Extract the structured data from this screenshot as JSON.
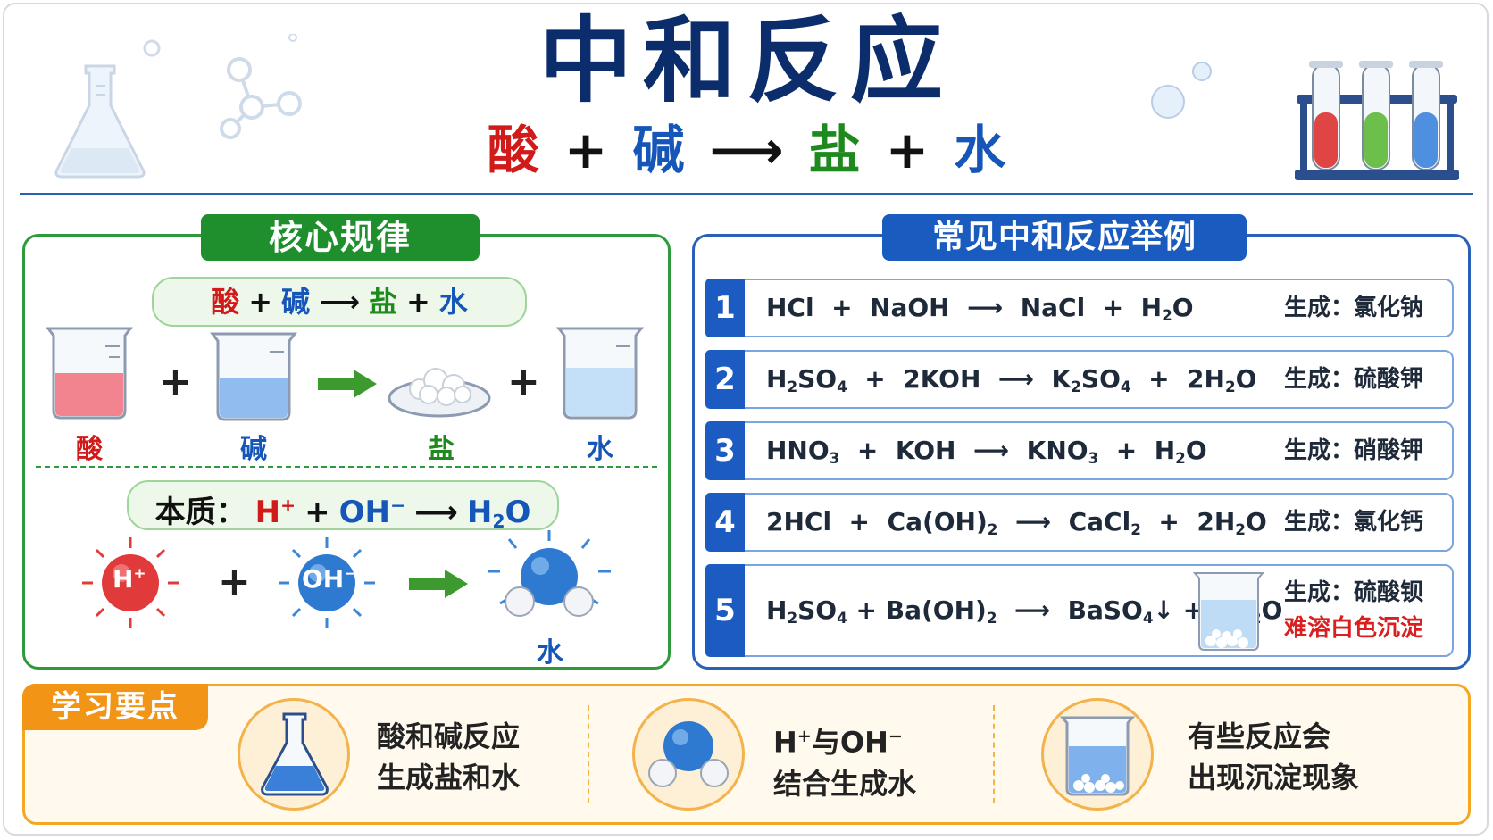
{
  "title": "中和反应",
  "formula": {
    "acid": "酸",
    "plus": "+",
    "base": "碱",
    "arrow": "⟶",
    "salt": "盐",
    "water": "水"
  },
  "left_panel": {
    "tag": "核心规律",
    "pill1": {
      "acid": "酸",
      "plus": "+",
      "base": "碱",
      "arrow": "⟶",
      "salt": "盐",
      "water": "水"
    },
    "labels": {
      "acid": "酸",
      "base": "碱",
      "salt": "盐",
      "water": "水"
    },
    "pill2": {
      "label": "本质：",
      "h": "H",
      "h_sup": "+",
      "plus": "+",
      "oh": "OH",
      "oh_sup": "−",
      "arrow": "⟶",
      "h2o_a": "H",
      "h2o_sub": "2",
      "h2o_b": "O"
    },
    "ions": {
      "h_label": "H",
      "h_sup": "+",
      "oh_label": "OH",
      "oh_sup": "−",
      "water_label": "水"
    }
  },
  "right_panel": {
    "tag": "常见中和反应举例",
    "rows": [
      {
        "num": "1",
        "product": "生成：氯化钠"
      },
      {
        "num": "2",
        "product": "生成：硫酸钾"
      },
      {
        "num": "3",
        "product": "生成：硝酸钾"
      },
      {
        "num": "4",
        "product": "生成：氯化钙"
      },
      {
        "num": "5",
        "product": "生成：硫酸钡",
        "note": "难溶白色沉淀"
      }
    ]
  },
  "bottom": {
    "tag": "学习要点",
    "points": [
      {
        "line1": "酸和碱反应",
        "line2": "生成盐和水"
      },
      {
        "line1_a": "H",
        "line1_sup1": "+",
        "line1_b": "与OH",
        "line1_sup2": "−",
        "line2": "结合生成水"
      },
      {
        "line1": "有些反应会",
        "line2": "出现沉淀现象"
      }
    ]
  },
  "colors": {
    "acid": "#d11a1a",
    "base": "#1656b8",
    "salt": "#1e8a1e",
    "water": "#1656b8",
    "title": "#0c2d6b"
  },
  "icons": [
    "flask-icon",
    "molecule-icon",
    "test-tube-rack-icon",
    "beaker-icon",
    "salt-dish-icon",
    "h-ion-icon",
    "oh-ion-icon",
    "water-molecule-icon",
    "arrow-icon"
  ]
}
